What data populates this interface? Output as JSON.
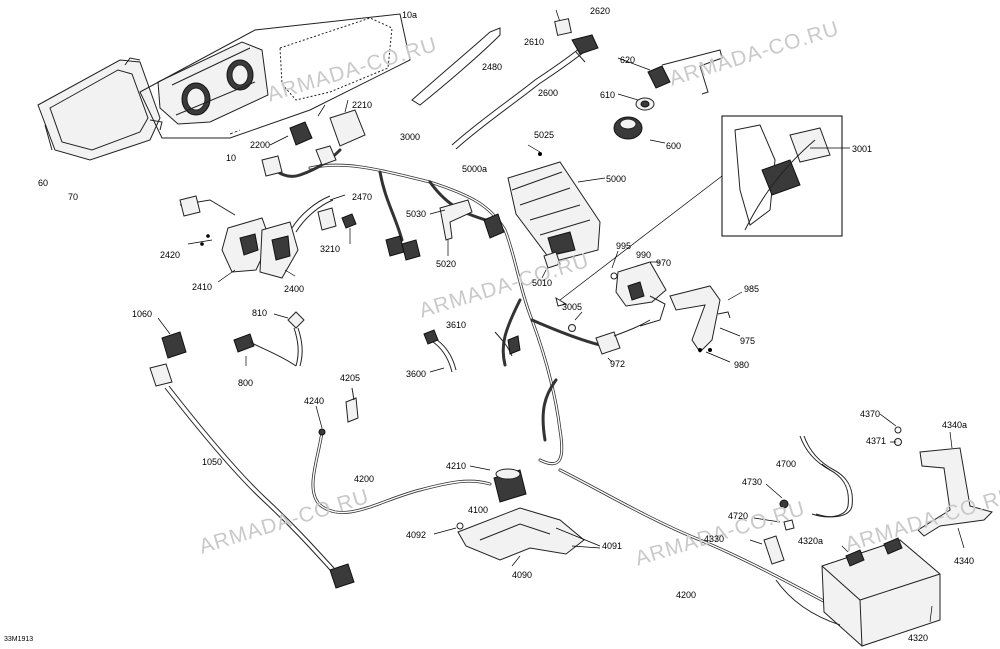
{
  "diagram": {
    "code": "33M1913",
    "watermark": [
      "ARMADA-CO.RU",
      "ARMADA-CO.RU",
      "ARMADA-CO.RU",
      "ARMADA-CO.RU",
      "ARMADA-CO.RU",
      "ARMADA-CO.RU"
    ],
    "callouts": {
      "p10a": "10a",
      "p2620": "2620",
      "p2610": "2610",
      "p2480": "2480",
      "p620": "620",
      "p2210": "2210",
      "p2600": "2600",
      "p610": "610",
      "p2200": "2200",
      "p600": "600",
      "p60": "60",
      "p10": "10",
      "p3000": "3000",
      "p5025": "5025",
      "p3001": "3001",
      "p70": "70",
      "p5000a": "5000a",
      "p5000": "5000",
      "p2470": "2470",
      "p5030": "5030",
      "p995": "995",
      "p990": "990",
      "p2420": "2420",
      "p3210": "3210",
      "p5020": "5020",
      "p970": "970",
      "p5010": "5010",
      "p2410": "2410",
      "p2400": "2400",
      "p985": "985",
      "p3005": "3005",
      "p1060": "1060",
      "p810": "810",
      "p3610": "3610",
      "p975": "975",
      "p972": "972",
      "p980": "980",
      "p3600": "3600",
      "p4205": "4205",
      "p800": "800",
      "p4240": "4240",
      "p4370": "4370",
      "p4371": "4371",
      "p4340a": "4340a",
      "p1050": "1050",
      "p4210": "4210",
      "p4700": "4700",
      "p4200a": "4200",
      "p4730": "4730",
      "p4100": "4100",
      "p4720": "4720",
      "p4092": "4092",
      "p4091": "4091",
      "p4330": "4330",
      "p4320a": "4320a",
      "p4340": "4340",
      "p4090": "4090",
      "p4200b": "4200",
      "p4320": "4320"
    }
  }
}
